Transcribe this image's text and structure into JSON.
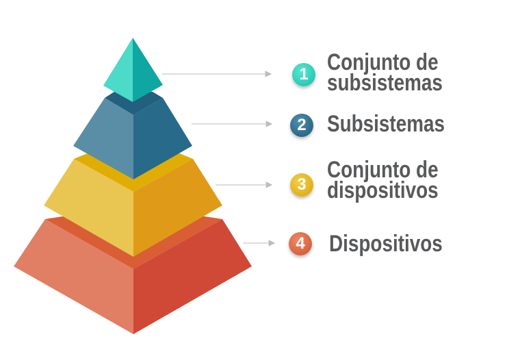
{
  "levels": [
    {
      "number": "1",
      "label_line1": "Conjunto de",
      "label_line2": "subsistemas",
      "color": "#1fc9b0"
    },
    {
      "number": "2",
      "label_line1": "Subsistemas",
      "color": "#2b6a8a"
    },
    {
      "number": "3",
      "label_line1": "Conjunto de",
      "label_line2": "dispositivos",
      "color": "#e3b10e"
    },
    {
      "number": "4",
      "label_line1": "Dispositivos",
      "color": "#dd5a35"
    }
  ]
}
